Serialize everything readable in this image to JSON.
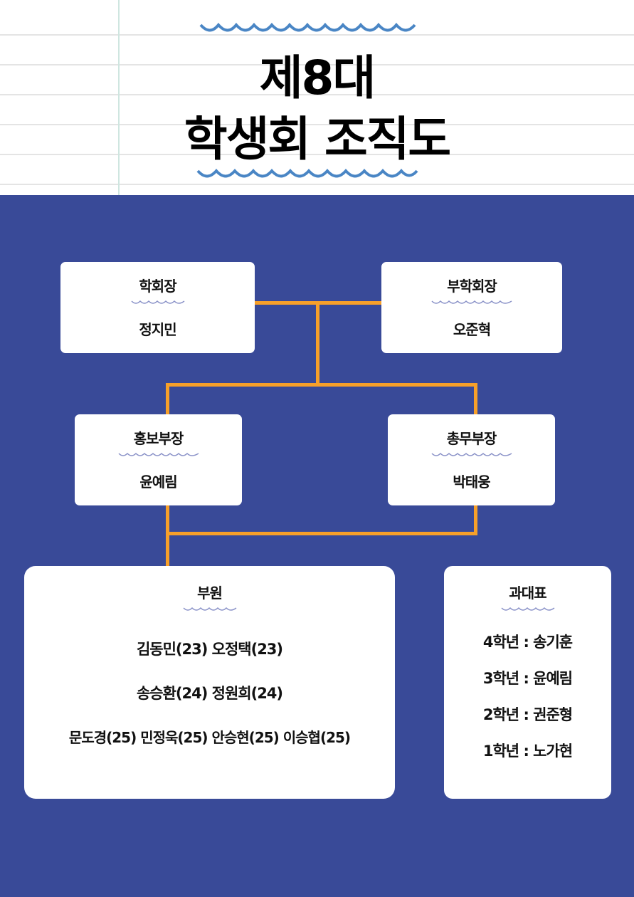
{
  "header": {
    "title_line1": "제8대",
    "title_line2": "학생회 조직도"
  },
  "positions": [
    {
      "role": "학회장",
      "name": "정지민"
    },
    {
      "role": "부학회장",
      "name": "오준혁"
    },
    {
      "role": "홍보부장",
      "name": "윤예림"
    },
    {
      "role": "총무부장",
      "name": "박태웅"
    }
  ],
  "members": {
    "title": "부원",
    "rows": [
      "김동민(23) 오정택(23)",
      "송승환(24) 정원희(24)",
      "문도경(25) 민정욱(25) 안승현(25) 이승협(25)"
    ]
  },
  "reps": {
    "title": "과대표",
    "rows": [
      "4학년 : 송기훈",
      "3학년 : 윤예림",
      "2학년 : 권준형",
      "1학년 : 노가현"
    ]
  },
  "colors": {
    "background": "#394a98",
    "connector": "#f7a02a",
    "wave": "#4a86c5"
  }
}
